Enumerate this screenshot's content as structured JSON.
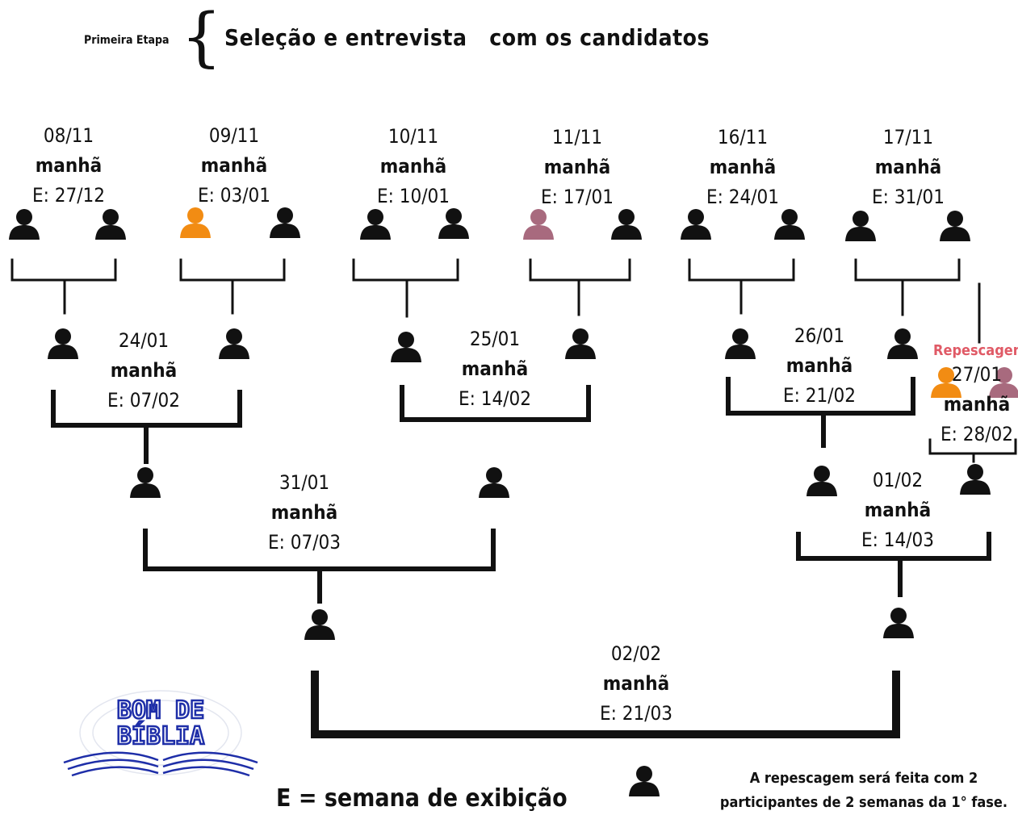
{
  "header": {
    "stage": "Primeira Etapa",
    "title": "Seleção e entrevista   com os candidatos"
  },
  "matches": [
    {
      "id": "r1a",
      "date": "08/11",
      "period": "manhã",
      "exhibit": "E: 27/12"
    },
    {
      "id": "r1b",
      "date": "09/11",
      "period": "manhã",
      "exhibit": "E: 03/01"
    },
    {
      "id": "r1c",
      "date": "10/11",
      "period": "manhã",
      "exhibit": "E: 10/01"
    },
    {
      "id": "r1d",
      "date": "11/11",
      "period": "manhã",
      "exhibit": "E: 17/01"
    },
    {
      "id": "r1e",
      "date": "16/11",
      "period": "manhã",
      "exhibit": "E: 24/01"
    },
    {
      "id": "r1f",
      "date": "17/11",
      "period": "manhã",
      "exhibit": "E: 31/01"
    },
    {
      "id": "r2a",
      "date": "24/01",
      "period": "manhã",
      "exhibit": "E: 07/02"
    },
    {
      "id": "r2b",
      "date": "25/01",
      "period": "manhã",
      "exhibit": "E: 14/02"
    },
    {
      "id": "r2c",
      "date": "26/01",
      "period": "manhã",
      "exhibit": "E: 21/02"
    },
    {
      "id": "rep",
      "date": "27/01",
      "period": "manhã",
      "exhibit": "E: 28/02"
    },
    {
      "id": "sf1",
      "date": "31/01",
      "period": "manhã",
      "exhibit": "E: 07/03"
    },
    {
      "id": "sf2",
      "date": "01/02",
      "period": "manhã",
      "exhibit": "E: 14/03"
    },
    {
      "id": "fin",
      "date": "02/02",
      "period": "manhã",
      "exhibit": "E: 21/03"
    }
  ],
  "repescagem_label": "Repescagem",
  "legend": "E = semana de exibição",
  "note_line1": "A repescagem será feita com 2",
  "note_line2": "participantes de 2 semanas da 1° fase.",
  "logo": {
    "line1": "BOM DE",
    "line2": "BÍBLIA"
  },
  "colors": {
    "person_default": "#111111",
    "person_orange": "#f28c13",
    "person_mauve": "#a86a7e",
    "repescagem_text": "#e05a66",
    "logo_blue": "#1e2ea8"
  }
}
